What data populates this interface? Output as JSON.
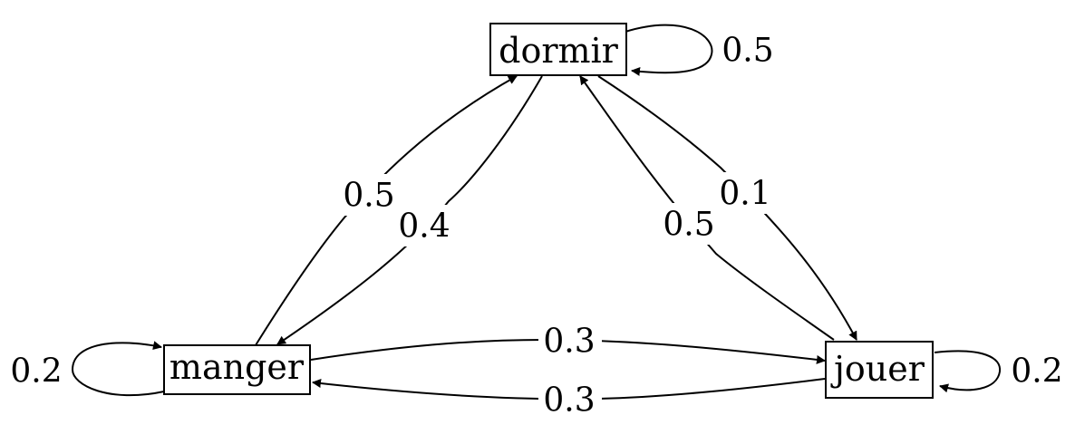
{
  "nodes": {
    "dormir": {
      "label": "dormir"
    },
    "manger": {
      "label": "manger"
    },
    "jouer": {
      "label": "jouer"
    }
  },
  "edges": [
    {
      "id": "dormir-dormir",
      "from": "dormir",
      "to": "dormir",
      "label": "0.5"
    },
    {
      "id": "manger-manger",
      "from": "manger",
      "to": "manger",
      "label": "0.2"
    },
    {
      "id": "jouer-jouer",
      "from": "jouer",
      "to": "jouer",
      "label": "0.2"
    },
    {
      "id": "manger-dormir",
      "from": "manger",
      "to": "dormir",
      "label": "0.5"
    },
    {
      "id": "dormir-manger",
      "from": "dormir",
      "to": "manger",
      "label": "0.4"
    },
    {
      "id": "dormir-jouer",
      "from": "dormir",
      "to": "jouer",
      "label": "0.1"
    },
    {
      "id": "jouer-dormir",
      "from": "jouer",
      "to": "dormir",
      "label": "0.5"
    },
    {
      "id": "manger-jouer",
      "from": "manger",
      "to": "jouer",
      "label": "0.3"
    },
    {
      "id": "jouer-manger",
      "from": "jouer",
      "to": "manger",
      "label": "0.3"
    }
  ]
}
